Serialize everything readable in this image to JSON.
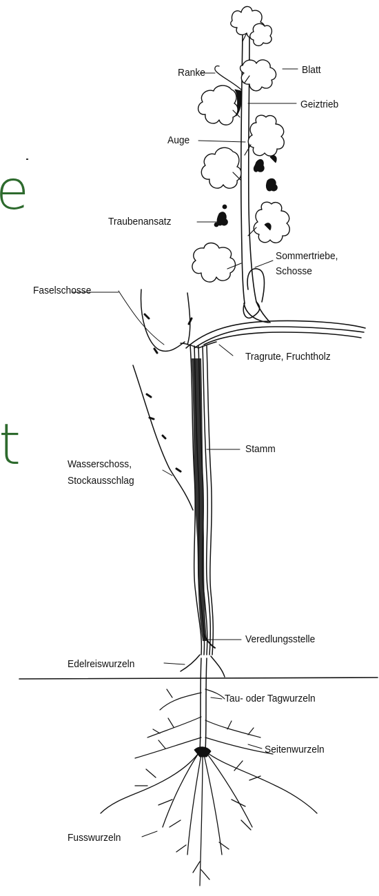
{
  "labels": {
    "ranke": "Ranke",
    "blatt": "Blatt",
    "geiztrieb": "Geiztrieb",
    "auge": "Auge",
    "traubenansatz": "Traubenansatz",
    "sommertriebe_1": "Sommertriebe,",
    "sommertriebe_2": "Schosse",
    "faselschosse": "Faselschosse",
    "tragrute": "Tragrute, Fruchtholz",
    "stamm": "Stamm",
    "wasserschoss_1": "Wasserschoss,",
    "wasserschoss_2": "Stockausschlag",
    "veredlungsstelle": "Veredlungsstelle",
    "edelreiswurzeln": "Edelreiswurzeln",
    "tauwurzeln": "Tau- oder Tagwurzeln",
    "seitenwurzeln": "Seitenwurzeln",
    "fusswurzeln": "Fusswurzeln"
  },
  "edge_fragments": {
    "upper": "e",
    "lower": "t"
  },
  "colors": {
    "ink": "#111111",
    "fragment_green": "#2d6a2d",
    "background": "#ffffff"
  }
}
